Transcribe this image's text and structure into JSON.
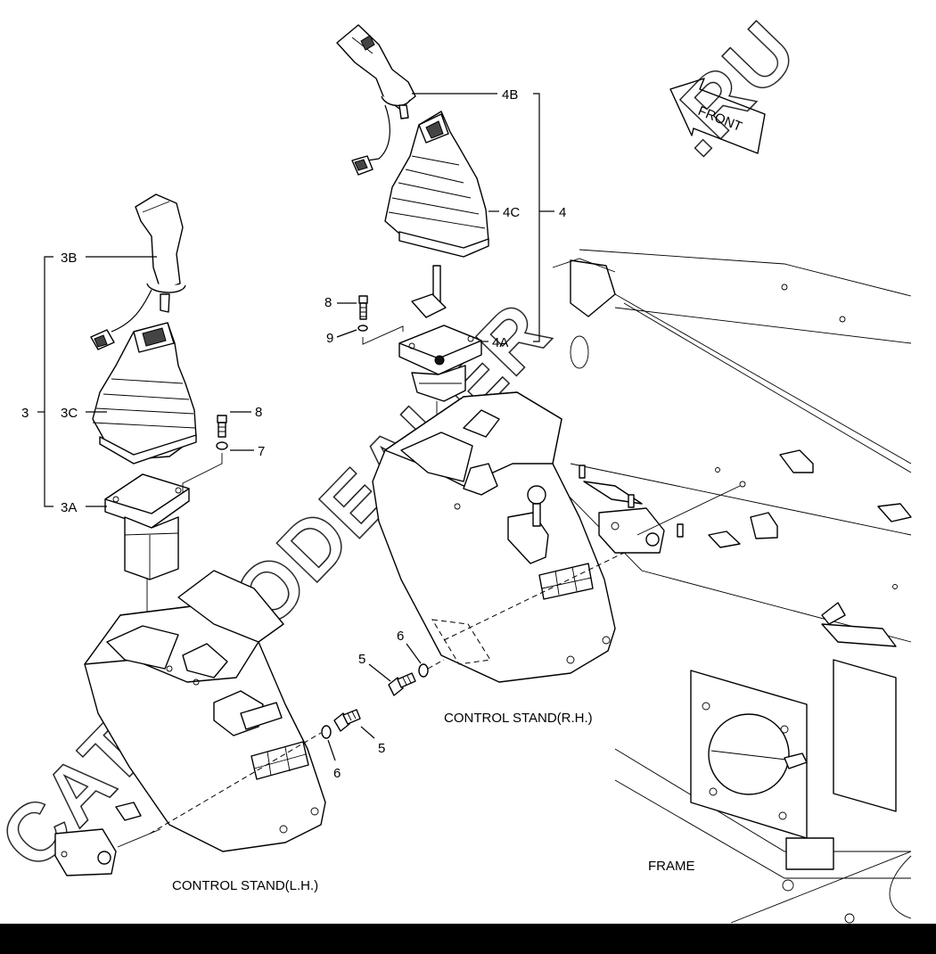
{
  "callouts": {
    "c_3": "3",
    "c_3a": "3A",
    "c_3b": "3B",
    "c_3c": "3C",
    "c_4": "4",
    "c_4a": "4A",
    "c_4b": "4B",
    "c_4c": "4C",
    "c_5_lh": "5",
    "c_5_rh": "5",
    "c_6_lh": "6",
    "c_6_rh": "6",
    "c_7": "7",
    "c_8_lh": "8",
    "c_8_rh": "8",
    "c_9": "9"
  },
  "captions": {
    "control_stand_lh": "CONTROL STAND(L.H.)",
    "control_stand_rh": "CONTROL STAND(R.H.)",
    "frame": "FRAME",
    "front": "FRONT"
  },
  "watermark": {
    "line1": "CATAUTODEALER",
    "line2": ".RU"
  },
  "colors": {
    "ink": "#000000",
    "background": "#ffffff",
    "bottom_bar": "#000000"
  }
}
